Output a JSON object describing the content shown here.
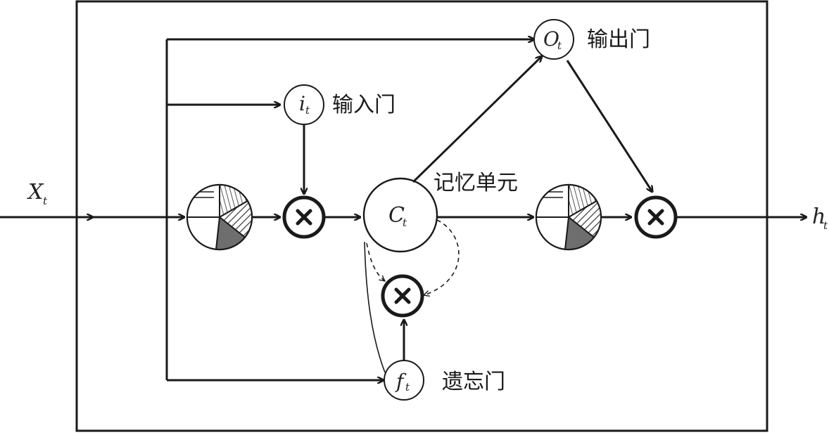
{
  "input": {
    "symbol": "X",
    "subscript": "t"
  },
  "output": {
    "symbol": "h",
    "subscript": "t"
  },
  "input_gate": {
    "symbol": "i",
    "subscript": "t",
    "label": "输入门"
  },
  "output_gate": {
    "symbol": "O",
    "subscript": "t",
    "label": "输出门"
  },
  "forget_gate": {
    "symbol": "f",
    "subscript": "t",
    "label": "遗忘门"
  },
  "cell": {
    "symbol": "C",
    "subscript": "t",
    "label": "记忆单元"
  },
  "operators": {
    "multiply": "multiply-icon",
    "activation": "activation-pie-icon"
  }
}
